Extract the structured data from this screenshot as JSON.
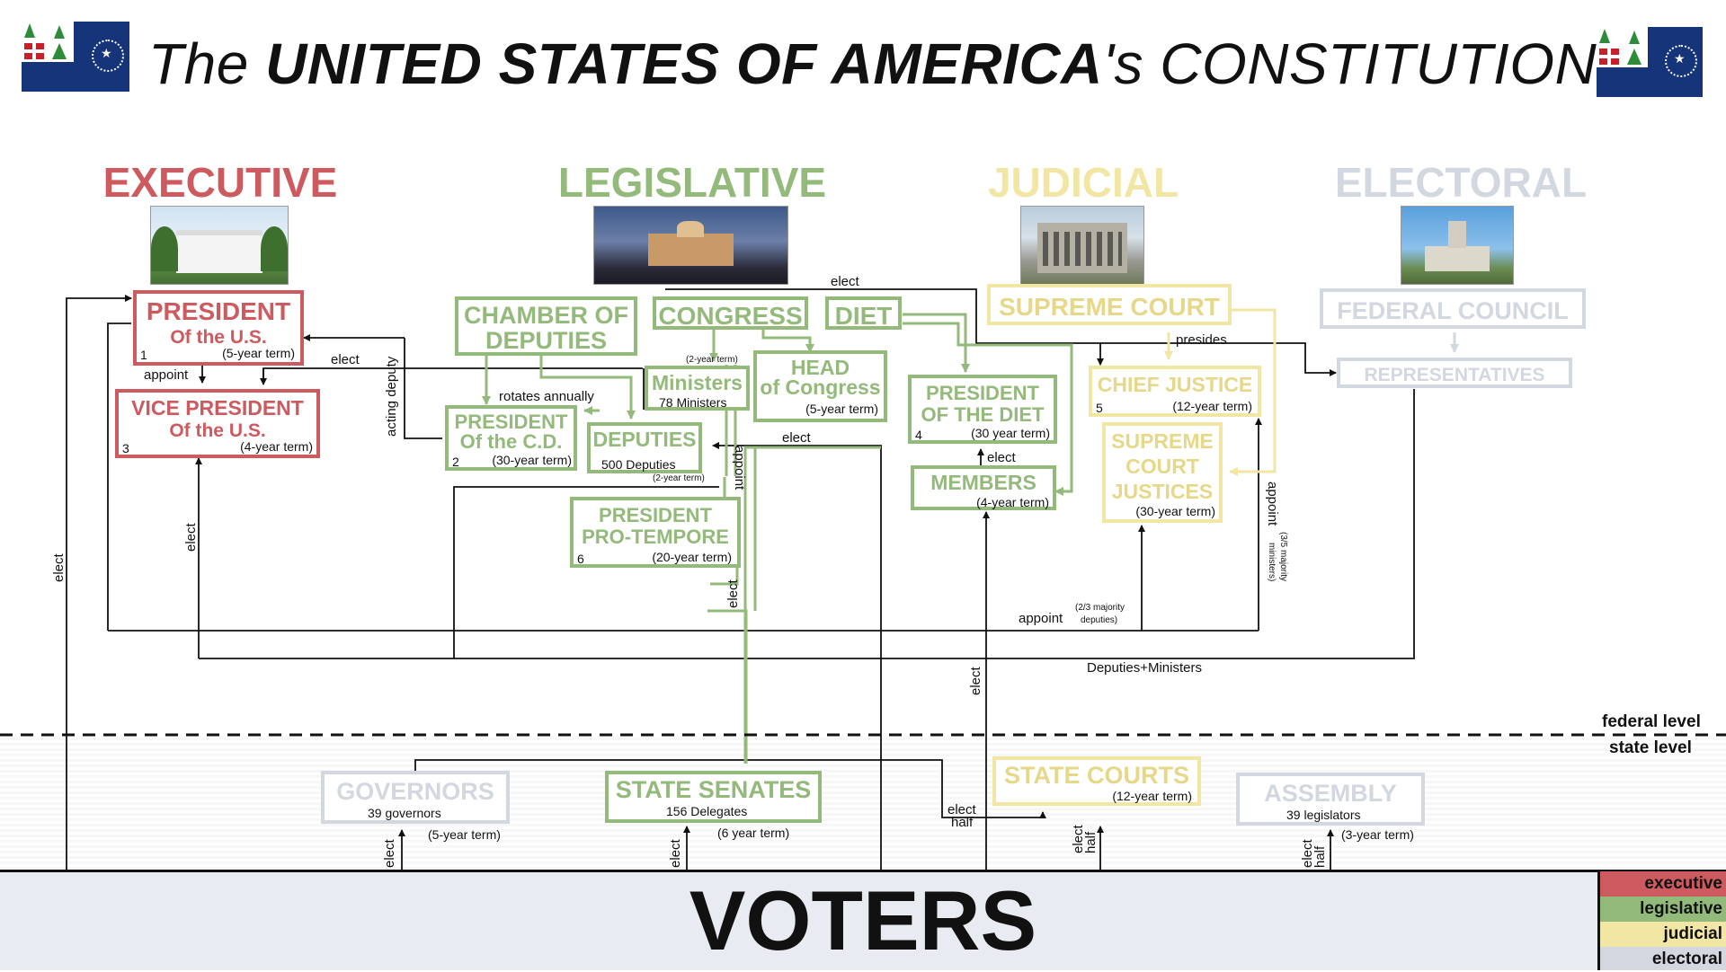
{
  "title": {
    "pre": "The ",
    "bold": "UNITED STATES OF AMERICA",
    "post": "'s CONSTITUTION"
  },
  "branches": {
    "executive": "EXECUTIVE",
    "legislative": "LEGISLATIVE",
    "judicial": "JUDICIAL",
    "electoral": "ELECTORAL"
  },
  "colors": {
    "executive": "#cc5a5e",
    "legislative": "#93b97b",
    "judicial": "#f1e6a4",
    "electoral": "#d3d7e0",
    "flag": "#16347a"
  },
  "boxes": {
    "president": {
      "title": "PRESIDENT",
      "sub": "Of the U.S.",
      "num": "1",
      "term": "(5-year term)"
    },
    "vice_president": {
      "title": "VICE PRESIDENT",
      "sub": "Of the U.S.",
      "num": "3",
      "term": "(4-year term)"
    },
    "chamber": {
      "line1": "CHAMBER OF",
      "line2": "DEPUTIES"
    },
    "congress": {
      "title": "CONGRESS"
    },
    "diet": {
      "title": "DIET"
    },
    "ministers": {
      "title": "Ministers",
      "count": "78 Ministers",
      "term": "(2-year term)"
    },
    "head": {
      "line1": "HEAD",
      "line2": "of Congress",
      "term": "(5-year term)"
    },
    "president_cd": {
      "line1": "PRESIDENT",
      "line2": "Of the C.D.",
      "num": "2",
      "term": "(30-year term)"
    },
    "deputies": {
      "title": "DEPUTIES",
      "count": "500 Deputies",
      "term": "(2-year term)"
    },
    "president_pt": {
      "line1": "PRESIDENT",
      "line2": "PRO-TEMPORE",
      "num": "6",
      "term": "(20-year term)"
    },
    "president_diet": {
      "line1": "PRESIDENT",
      "line2": "OF THE DIET",
      "num": "4",
      "term": "(30 year term)"
    },
    "members": {
      "title": "MEMBERS",
      "term": "(4-year term)"
    },
    "supreme_court": {
      "title": "SUPREME COURT"
    },
    "chief_justice": {
      "title": "CHIEF JUSTICE",
      "num": "5",
      "term": "(12-year term)"
    },
    "justices": {
      "line1": "SUPREME",
      "line2": "COURT",
      "line3": "JUSTICES",
      "term": "(30-year term)"
    },
    "federal_council": {
      "title": "FEDERAL COUNCIL"
    },
    "representatives": {
      "title": "REPRESENTATIVES"
    },
    "governors": {
      "title": "GOVERNORS",
      "count": "39 governors",
      "term": "(5-year term)"
    },
    "state_senates": {
      "title": "STATE SENATES",
      "count": "156 Delegates",
      "term": "(6 year term)"
    },
    "state_courts": {
      "title": "STATE COURTS",
      "term": "(12-year term)"
    },
    "assembly": {
      "title": "ASSEMBLY",
      "count": "39 legislators",
      "term": "(3-year term)"
    }
  },
  "labels": {
    "appoint": "appoint",
    "elect": "elect",
    "rotates": "rotates annually",
    "acting_deputy": "acting deputy",
    "presides": "presides",
    "appoint_jud": "appoint",
    "majority_23": "(2/3 majority",
    "majority_23b": "deputies)",
    "appoint_right": "appoint",
    "majority_35": "(3/5 majority",
    "majority_35b": "ministers)",
    "deputies_ministers": "Deputies+Ministers",
    "elect_half": "elect",
    "half": "half",
    "federal": "federal level",
    "state": "state level"
  },
  "voters": "VOTERS",
  "legend": {
    "executive": "executive",
    "legislative": "legislative",
    "judicial": "judicial",
    "electoral": "electoral"
  }
}
